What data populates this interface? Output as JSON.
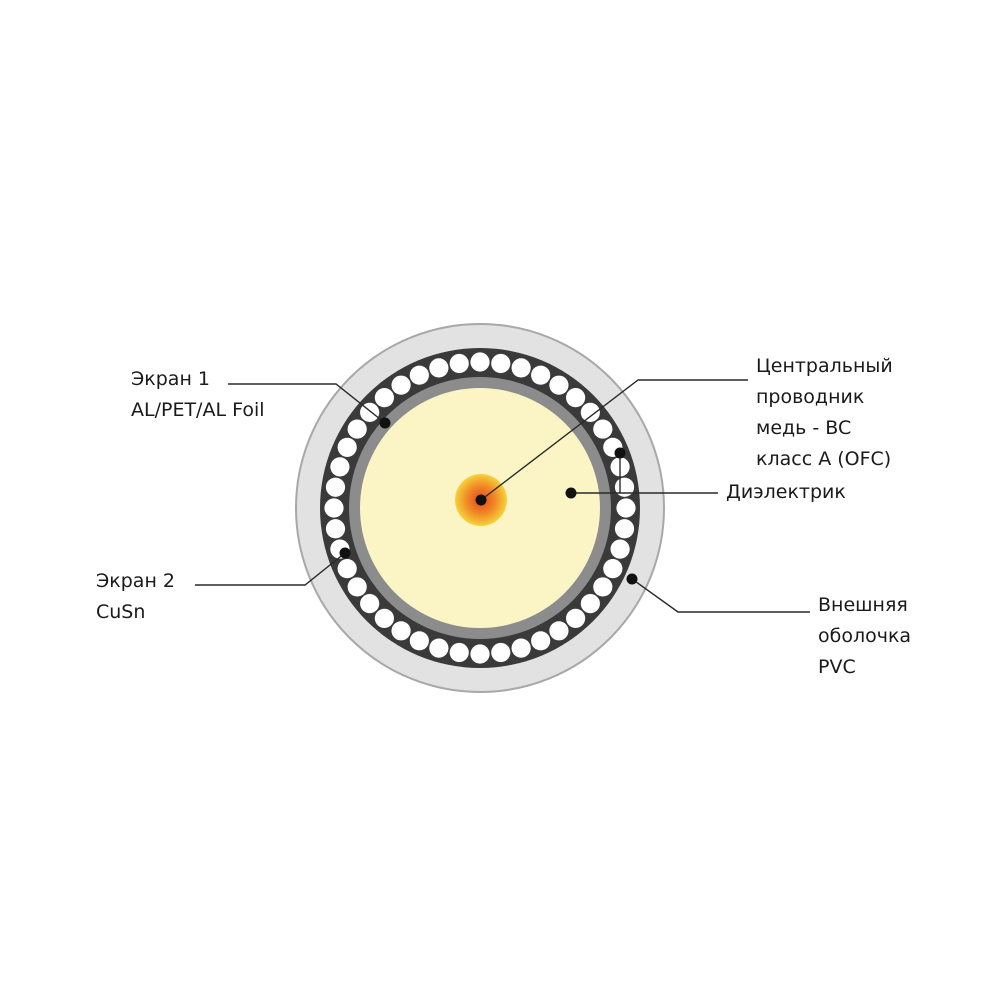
{
  "labels": {
    "screen1": {
      "line1": "Экран 1",
      "line2": "AL/PET/AL Foil"
    },
    "screen2": {
      "line1": "Экран 2",
      "line2": "CuSn"
    },
    "conductor": {
      "line1": "Центральный",
      "line2": "проводник",
      "line3": "медь - BC",
      "line4": "класс A (OFC)"
    },
    "dielectric": {
      "line1": "Диэлектрик"
    },
    "jacket": {
      "line1": "Внешняя",
      "line2": "оболочка",
      "line3": "PVC"
    }
  },
  "colors": {
    "outer_jacket": "#e2e2e2",
    "braid_ring": "#3a3a3a",
    "braid_wires": "#ffffff",
    "foil_ring": "#8c8c8c",
    "dielectric": "#fbf5c6",
    "conductor_center": "#e8451c",
    "conductor_edge": "#f7d23a",
    "leader_lines": "#2a2a2a",
    "text": "#1a1a1a"
  }
}
